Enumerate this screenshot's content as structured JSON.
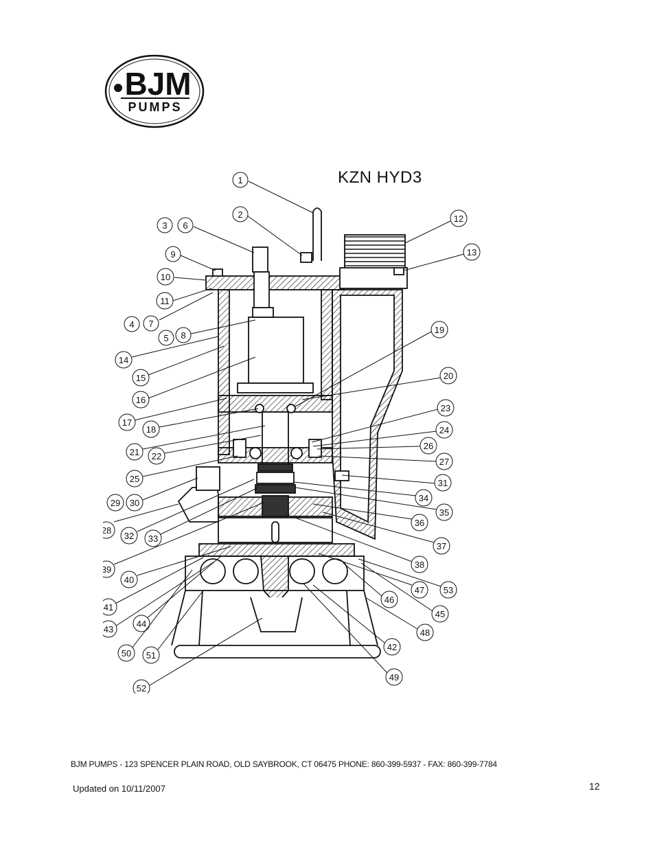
{
  "logo": {
    "line1": "BJM",
    "line2": "PUMPS"
  },
  "diagram": {
    "title": "KZN HYD3",
    "callouts": [
      "1",
      "2",
      "3",
      "6",
      "9",
      "10",
      "11",
      "4",
      "7",
      "5",
      "8",
      "14",
      "15",
      "16",
      "17",
      "18",
      "21",
      "22",
      "25",
      "29",
      "30",
      "28",
      "32",
      "33",
      "39",
      "40",
      "41",
      "43",
      "44",
      "50",
      "51",
      "52",
      "12",
      "13",
      "19",
      "20",
      "23",
      "24",
      "26",
      "27",
      "31",
      "34",
      "35",
      "36",
      "37",
      "38",
      "47",
      "53",
      "46",
      "45",
      "48",
      "42",
      "49"
    ]
  },
  "footer": {
    "address": "BJM PUMPS - 123 SPENCER PLAIN ROAD, OLD SAYBROOK, CT 06475 PHONE: 860-399-5937 - FAX: 860-399-7784",
    "updated": "Updated on 10/11/2007",
    "page_number": "12"
  }
}
